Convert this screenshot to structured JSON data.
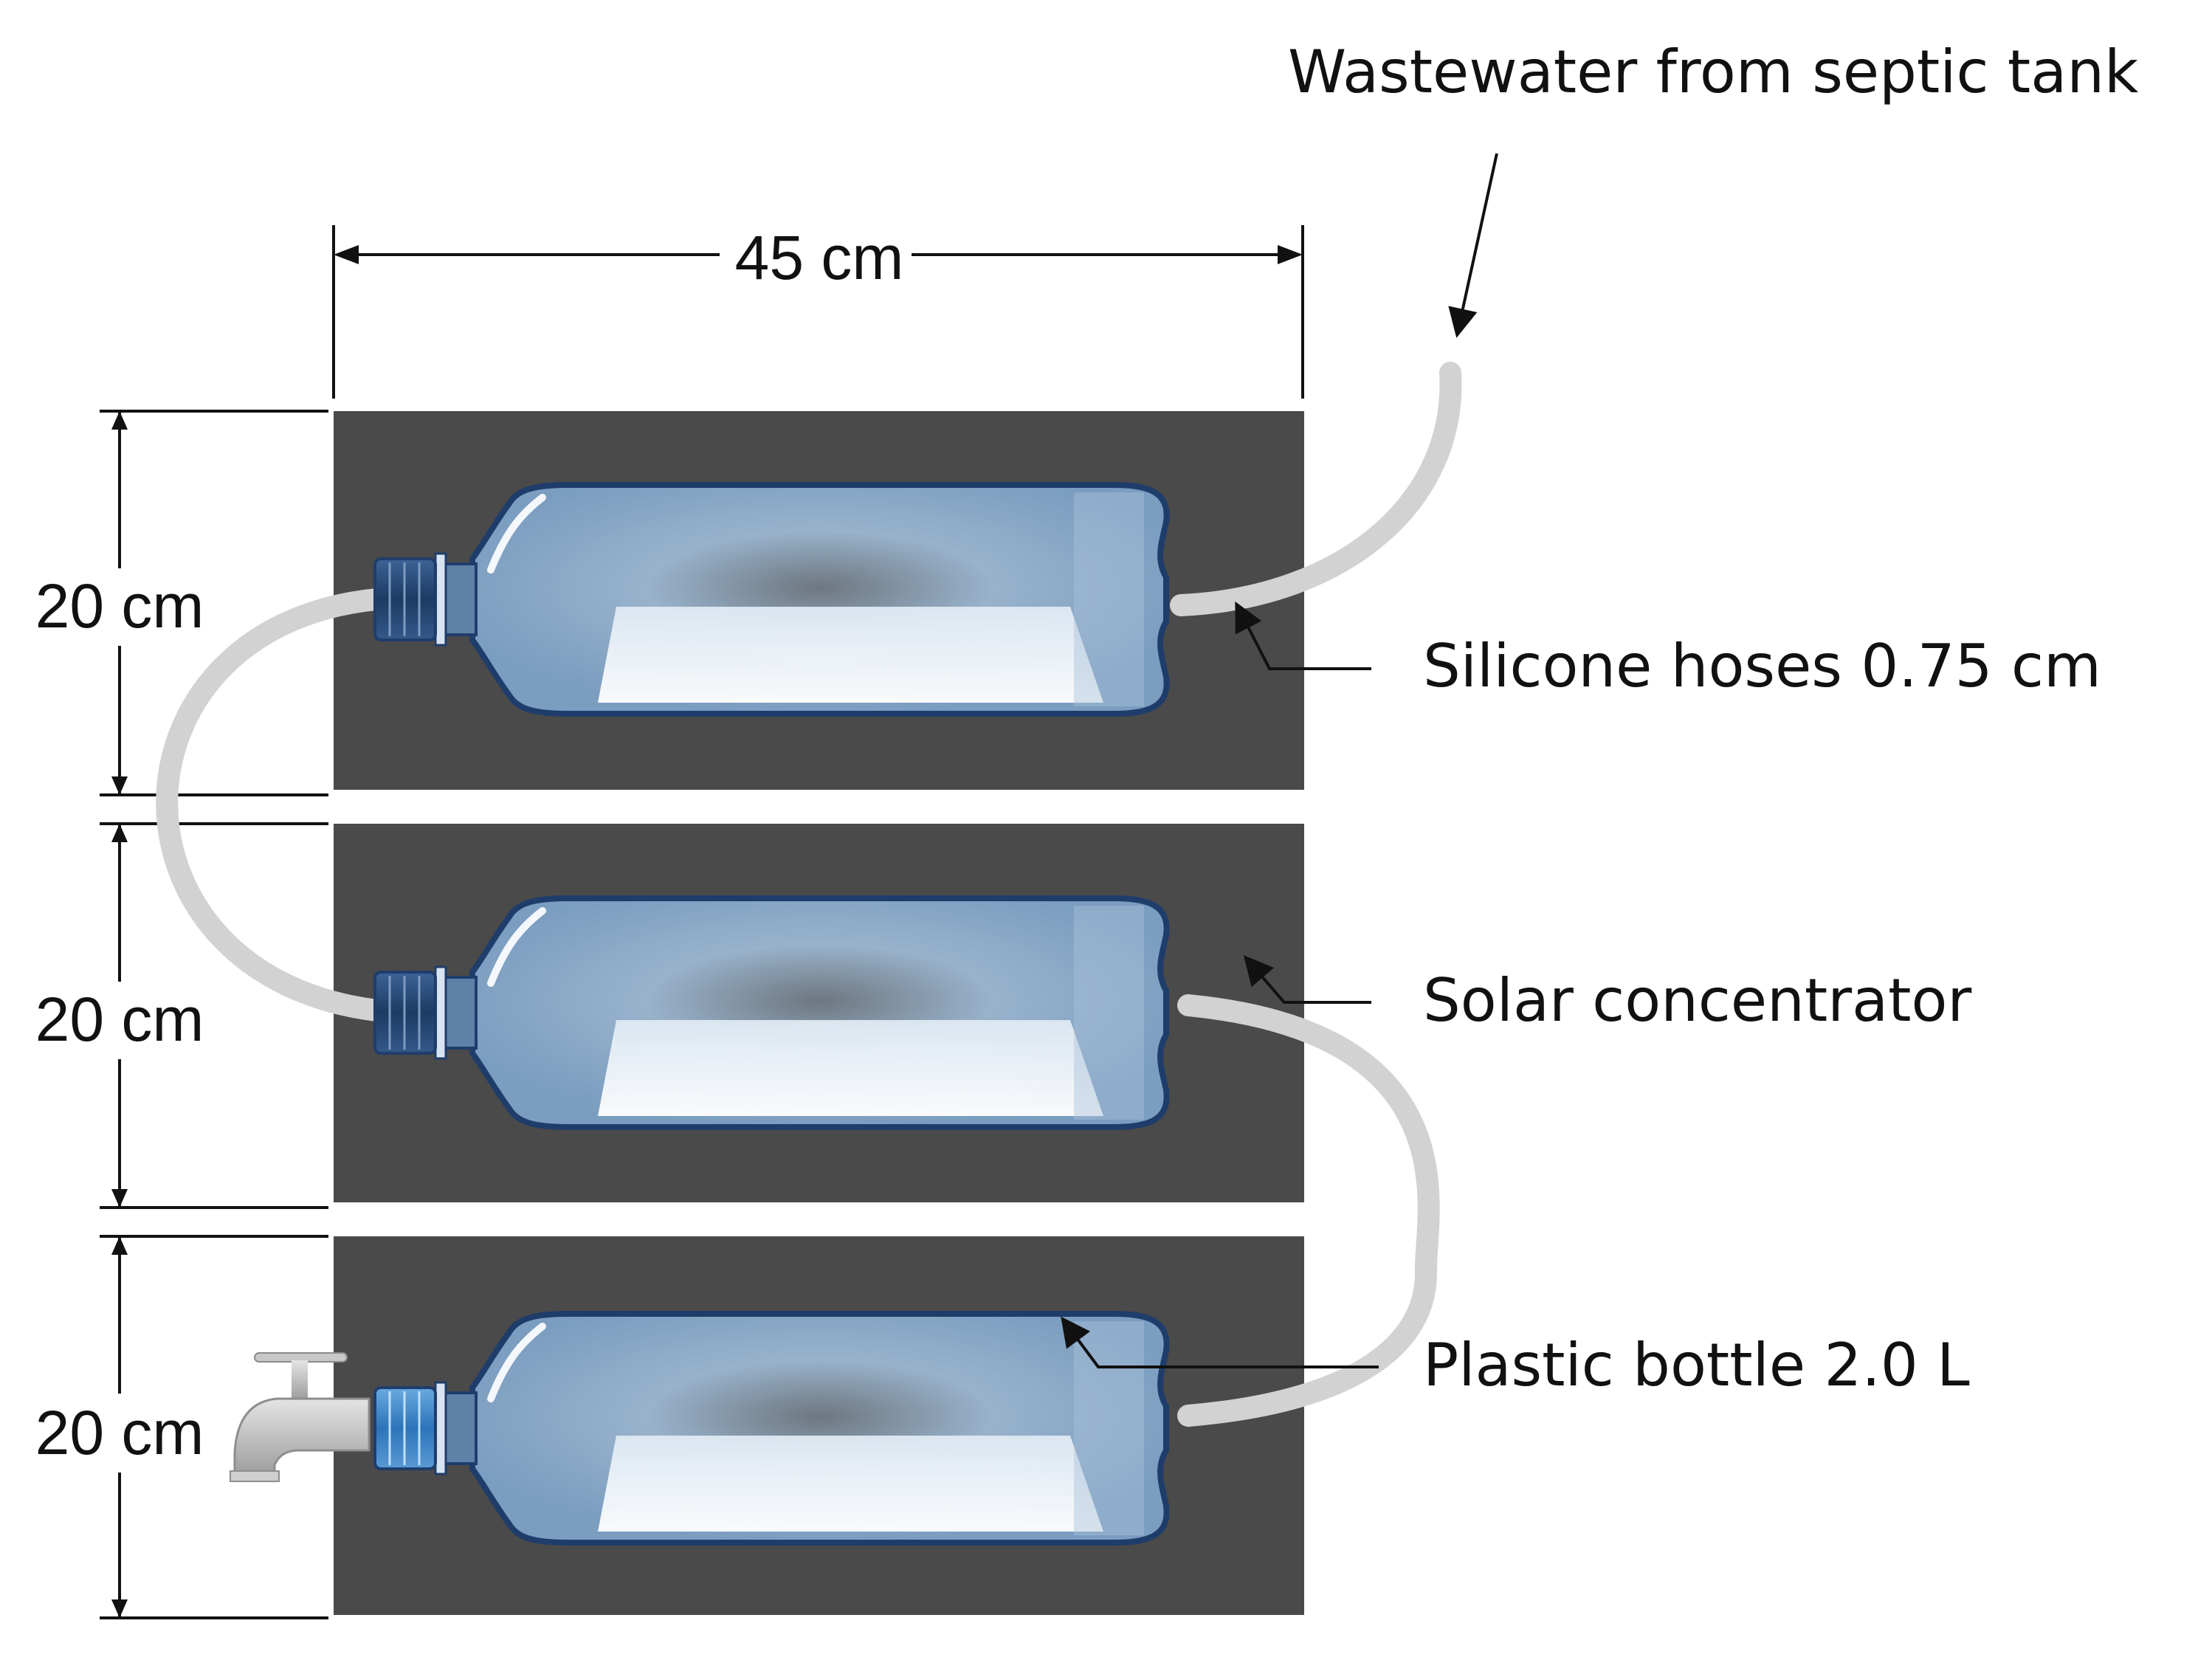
{
  "labels": {
    "inlet": "Wastewater from septic tank",
    "width": "45 cm",
    "height_top": "20 cm",
    "height_middle": "20 cm",
    "height_bottom": "20 cm",
    "hoses": "Silicone hoses 0.75 cm",
    "concentrator": "Solar concentrator",
    "bottle": "Plastic bottle 2.0 L"
  },
  "colors": {
    "panel": "#4a4a4a",
    "hose": "#d2d2d2",
    "bottle_body": "#8fb0cf",
    "bottle_edge": "#1f3d6b",
    "bottle_highlight": "#f4f8fc",
    "cap_dark": "#24456f",
    "cap_blue": "#3f86c9",
    "tap": "#bcbcbc",
    "line": "#111111"
  },
  "icons": {
    "tap": "faucet-icon",
    "bottle": "plastic-bottle-icon"
  }
}
